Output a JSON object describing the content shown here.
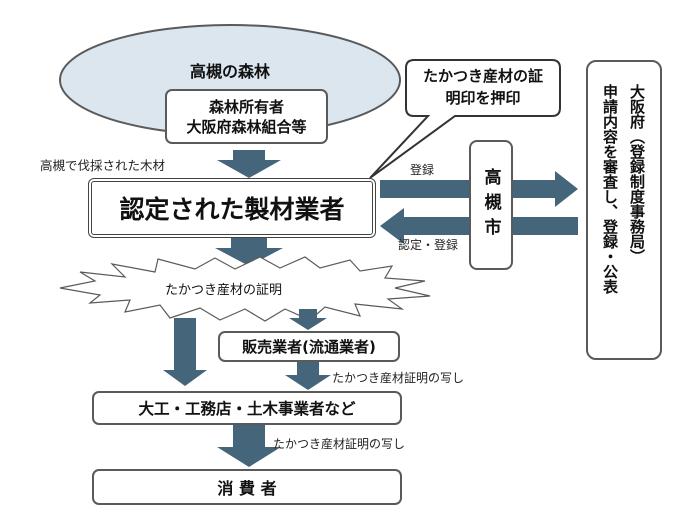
{
  "forest": {
    "title": "高槻の森林",
    "owner_line1": "森林所有者",
    "owner_line2": "大阪府森林組合等"
  },
  "callout": {
    "line1": "たかつき産材の証",
    "line2": "明印を押印"
  },
  "labels": {
    "harvested": "高槻で伐採された木材",
    "register": "登録",
    "certify_register": "認定・登録",
    "proof_burst": "たかつき産材の証明",
    "copy1": "たかつき産材証明の写し",
    "copy2": "たかつき産材証明の写し"
  },
  "nodes": {
    "sawmill": "認定された製材業者",
    "city": "高槻市",
    "dealer": "販売業者(流通業者)",
    "builders": "大工・工務店・土木事業者など",
    "consumer": "消 費 者"
  },
  "prefecture": {
    "line1": "大阪府（登録制度事務局）",
    "line2": "申請内容を審査し、登録・公表"
  },
  "colors": {
    "arrow": "#44657a",
    "ellipse_fill": "#dce6ee",
    "border": "#5a5a5a"
  }
}
